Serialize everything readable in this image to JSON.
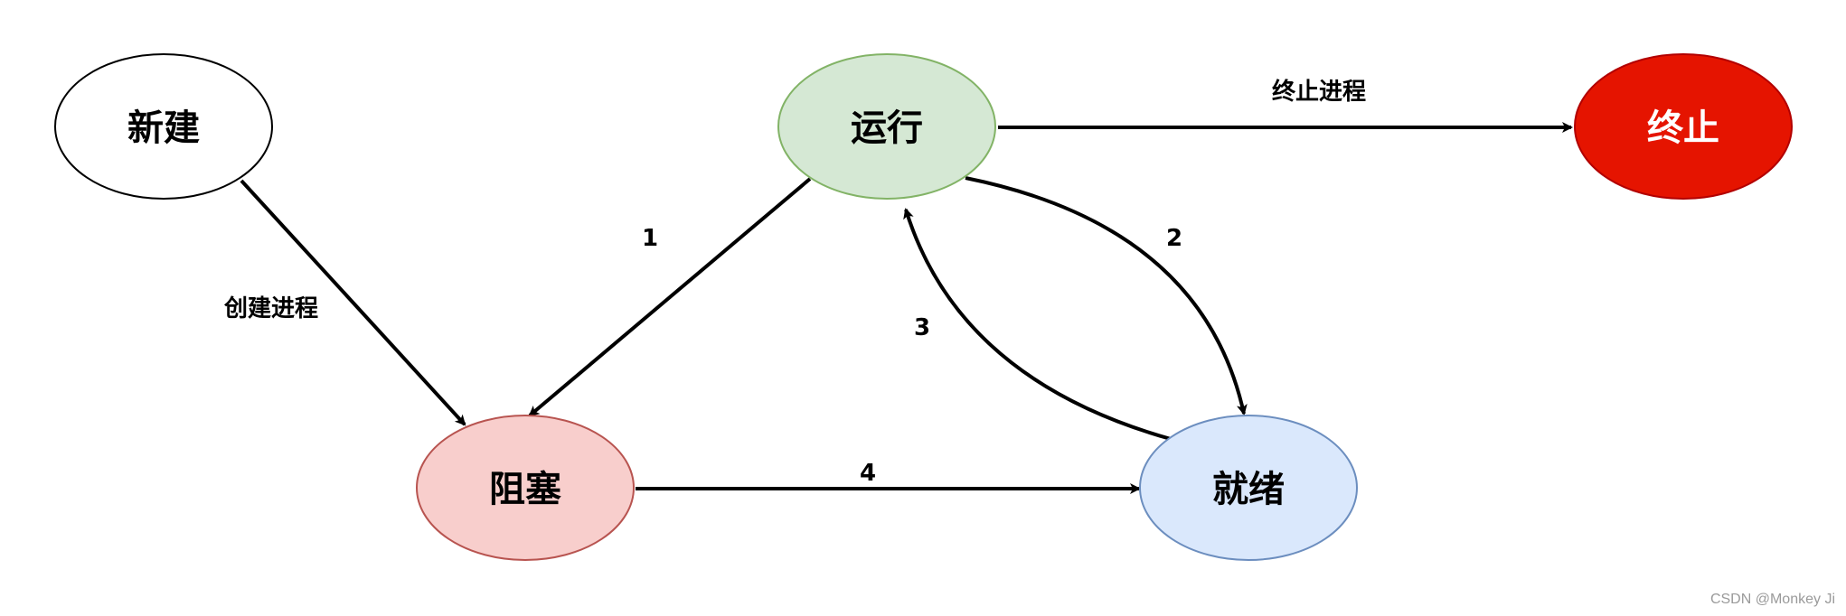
{
  "nodes": {
    "new": {
      "label": "新建",
      "fill": "#ffffff",
      "stroke": "#000000",
      "text_color": "#000000"
    },
    "running": {
      "label": "运行",
      "fill": "#d5e8d4",
      "stroke": "#82b366",
      "text_color": "#000000"
    },
    "terminated": {
      "label": "终止",
      "fill": "#e51400",
      "stroke": "#b20000",
      "text_color": "#ffffff"
    },
    "blocked": {
      "label": "阻塞",
      "fill": "#f8cecc",
      "stroke": "#b85450",
      "text_color": "#000000"
    },
    "ready": {
      "label": "就绪",
      "fill": "#dae8fc",
      "stroke": "#6c8ebf",
      "text_color": "#000000"
    }
  },
  "edges": {
    "create": {
      "label": "创建进程",
      "from": "新建",
      "to": "阻塞"
    },
    "terminate": {
      "label": "终止进程",
      "from": "运行",
      "to": "终止"
    },
    "e1": {
      "label": "1",
      "from": "运行",
      "to": "阻塞"
    },
    "e2": {
      "label": "2",
      "from": "运行",
      "to": "就绪"
    },
    "e3": {
      "label": "3",
      "from": "就绪",
      "to": "运行"
    },
    "e4": {
      "label": "4",
      "from": "阻塞",
      "to": "就绪"
    }
  },
  "watermark": "CSDN @Monkey Ji"
}
